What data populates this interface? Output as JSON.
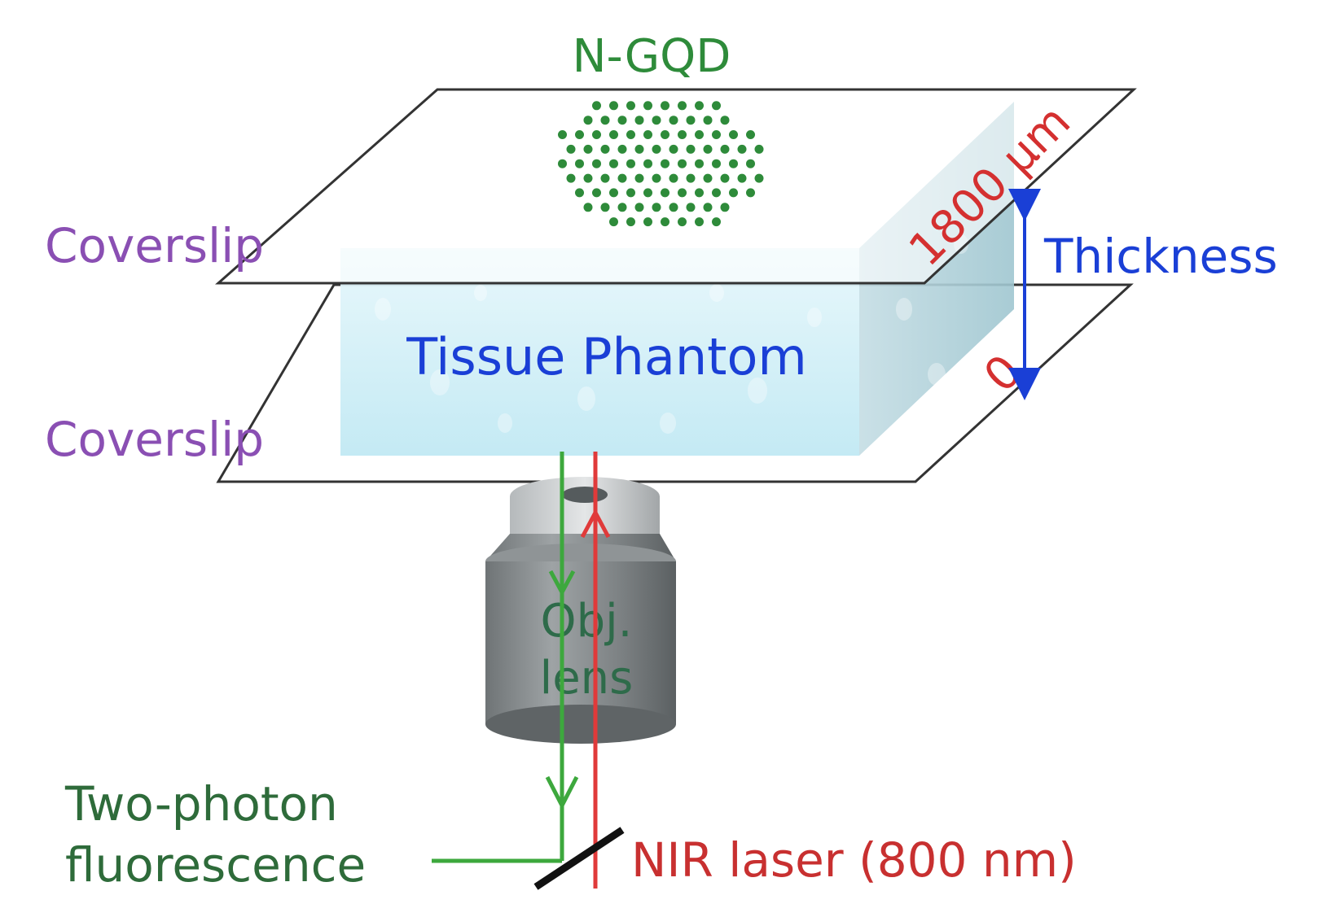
{
  "labels": {
    "ngqd": "N-GQD",
    "coverslip_top": "Coverslip",
    "coverslip_bottom": "Coverslip",
    "tissue_phantom": "Tissue Phantom",
    "thickness": "Thickness",
    "depth_max": "1800 μm",
    "depth_min": "0",
    "objective_line1": "Obj.",
    "objective_line2": "lens",
    "fluorescence_line1": "Two-photon",
    "fluorescence_line2": "fluorescence",
    "laser": "NIR laser (800 nm)"
  },
  "colors": {
    "ngqd": "#2e8b3a",
    "coverslip_label": "#8a4fb3",
    "tissue_label": "#1a3fd6",
    "thickness": "#1a3fd6",
    "depth": "#d43030",
    "objective_label": "#2e6b4a",
    "fluorescence": "#3da83d",
    "fluorescence_label": "#2e6b3a",
    "laser": "#e03a3a",
    "laser_label": "#c83030",
    "mirror": "#111111",
    "phantom_fill": "#d7f2f8",
    "coverslip_edge": "#333333"
  }
}
